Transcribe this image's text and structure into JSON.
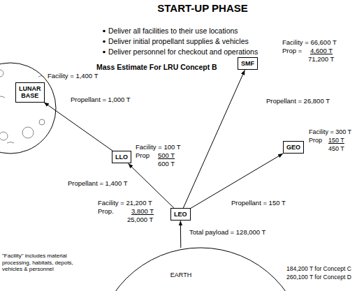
{
  "diagram": {
    "title": "START-UP PHASE",
    "nodes": [
      {
        "text": [
          "LUNAR BASE"
        ]
      },
      {
        "text": [
          "SMF"
        ]
      },
      {
        "text": [
          "LLO"
        ]
      },
      {
        "text": [
          "GEO"
        ]
      },
      {
        "text": [
          "LEO"
        ]
      },
      {
        "text": [
          "EARTH"
        ]
      }
    ],
    "edges": [
      {
        "from": 2,
        "to": 0,
        "arrow": "to",
        "label": "Propellant = 1,000 T"
      },
      {
        "from": 4,
        "to": 2,
        "arrow": "to",
        "label": "Propellant = 1,400 T"
      },
      {
        "from": 4,
        "to": 1,
        "arrow": "to",
        "label": "Propellant = 26,800 T"
      },
      {
        "from": 4,
        "to": 3,
        "arrow": "to",
        "label": "Propellant = 150 T"
      },
      {
        "from": 5,
        "to": 4,
        "arrow": "to",
        "label": "Total payload = 128,000 T"
      }
    ],
    "labels": [
      "Deliver all facilities to their use locations",
      "Deliver initial propellant supplies & vehicles",
      "Deliver personnel for checkout and operations",
      "Mass Estimate For LRU Concept B",
      "Facility = 1,400 T",
      "Facility = 66,600 T",
      "Prop =",
      "4,600 T",
      "71,200 T",
      "Facility = 100 T",
      "Prop",
      "500 T",
      "600 T",
      "Facility = 300 T",
      "Prop",
      "150 T",
      "450 T",
      "Facility = 21,200 T",
      "Prop.",
      "3,800 T",
      "25,000 T",
      "\"Facility\" includes material processing, habitats, depots, vehicles & personnel",
      "184,200 T for Concept C",
      "260,100 T for Concept D"
    ]
  }
}
